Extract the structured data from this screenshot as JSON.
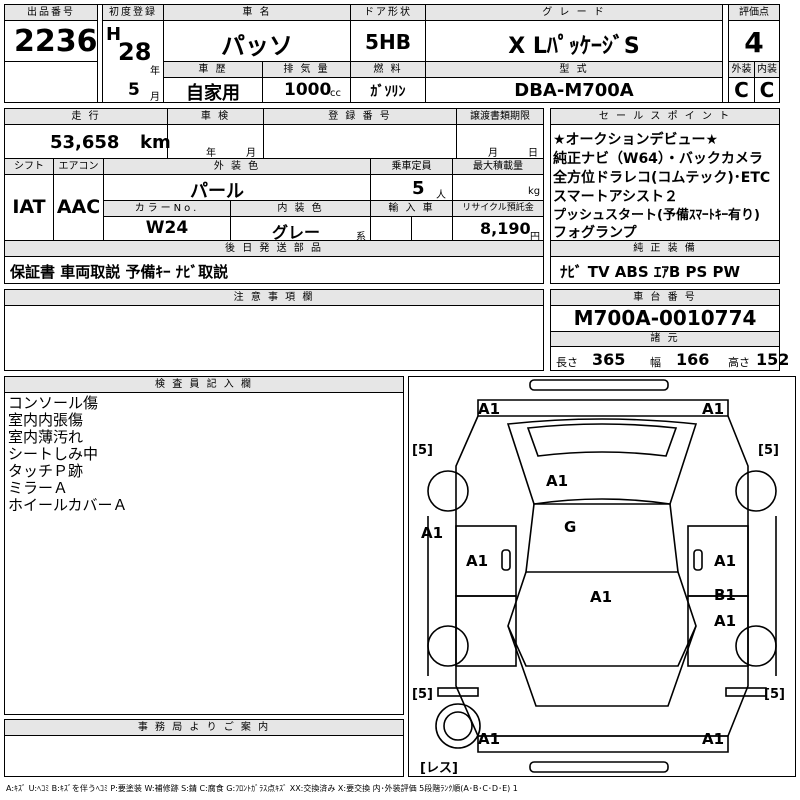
{
  "header": {
    "lot_label": "出品番号",
    "lot_value": "2236",
    "first_reg_label": "初度登録",
    "era": "H",
    "year": "28",
    "year_unit": "年",
    "month": "5",
    "month_unit": "月",
    "name_label": "車 名",
    "name_value": "パッソ",
    "history_label": "車 歴",
    "history_value": "自家用",
    "displacement_label": "排 気 量",
    "displacement_value": "1000",
    "displacement_unit": "cc",
    "door_label": "ドア形状",
    "door_value": "5HB",
    "fuel_label": "燃 料",
    "fuel_value": "ｶﾞｿﾘﾝ",
    "grade_label": "グ レ ー ド",
    "grade_value": "X LﾊﾟｯｹｰｼﾞS",
    "model_label": "型 式",
    "model_value": "DBA-M700A",
    "score_label": "評価点",
    "score_value": "4",
    "ext_label": "外装",
    "ext_value": "C",
    "int_label": "内装",
    "int_value": "C"
  },
  "row2": {
    "mileage_label": "走 行",
    "mileage_value": "53,658",
    "mileage_unit": "km",
    "inspection_label": "車 検",
    "insp_year_unit": "年",
    "insp_month_unit": "月",
    "reg_label": "登 録 番 号",
    "transfer_label": "譲渡書類期限",
    "transfer_month_unit": "月",
    "transfer_day_unit": "日",
    "shift_label": "シフト",
    "shift_value": "IAT",
    "ac_label": "エアコン",
    "ac_value": "AAC",
    "ext_color_label": "外 装 色",
    "ext_color_value": "パール",
    "capacity_label": "乗車定員",
    "capacity_value": "5",
    "capacity_unit": "人",
    "load_label": "最大積載量",
    "load_unit": "kg",
    "color_no_label": "カラーNo.",
    "color_no_value": "W24",
    "int_color_label": "内 装 色",
    "int_color_value": "グレー",
    "int_color_unit": "系",
    "import_label": "輸 入 車",
    "recycle_label": "リサイクル預託金",
    "recycle_value": "8,190",
    "recycle_unit": "円"
  },
  "sales_points": {
    "label": "セ ー ル ス ポ イ ン ト",
    "lines": [
      "★オークションデビュー★",
      "純正ナビ（W64）・バックカメラ",
      "全方位ドラレコ(コムテック)･ETC",
      "スマートアシスト２",
      "プッシュスタート(予備ｽﾏｰﾄｷｰ有り)",
      "フォグランプ"
    ]
  },
  "after_parts": {
    "label": "後 日 発 送 部 品",
    "value": "保証書 車両取説 予備ｷｰ ﾅﾋﾞ取説"
  },
  "genuine_equipment": {
    "label": "純 正 装 備",
    "value": "ﾅﾋﾞ TV ABS ｴｱB PS PW"
  },
  "notes": {
    "label": "注 意 事 項 欄"
  },
  "chassis": {
    "label": "車 台 番 号",
    "value": "M700A-0010774"
  },
  "specs": {
    "label": "諸 元",
    "length_label": "長さ",
    "length_value": "365",
    "width_label": "幅",
    "width_value": "166",
    "height_label": "高さ",
    "height_value": "152"
  },
  "inspector": {
    "label": "検 査 員 記 入 欄",
    "lines": [
      "コンソール傷",
      "室内内張傷",
      "室内薄汚れ",
      "シートしみ中",
      "タッチＰ跡",
      "ミラーＡ",
      "ホイールカバーＡ"
    ]
  },
  "office": {
    "label": "事 務 局 よ り ご 案 内"
  },
  "diagram": {
    "marks": {
      "front_left": "A1",
      "front_right": "A1",
      "hood": "A1",
      "roof": "G",
      "left_side": "A1",
      "left_front_door": "A1",
      "right_front_door": "A1",
      "center": "A1",
      "right_rear": "B1",
      "right_rear_door": "A1",
      "rear_left": "A1",
      "rear_right": "A1",
      "tire_fl": "5",
      "tire_fr": "5",
      "tire_rl": "5",
      "tire_rr": "5",
      "spare": "レス"
    }
  },
  "legend": "A:ｷｽﾞ U:ﾍｺﾐ B:ｷｽﾞを伴うﾍｺﾐ P:要塗装 W:補修跡 S:錆 C:腐食 G:ﾌﾛﾝﾄｶﾞﾗｽ点ｷｽﾞ XX:交換済み X:要交換 内･外装評価 5段階ﾗﾝｸ順(A･B･C･D･E) 1"
}
